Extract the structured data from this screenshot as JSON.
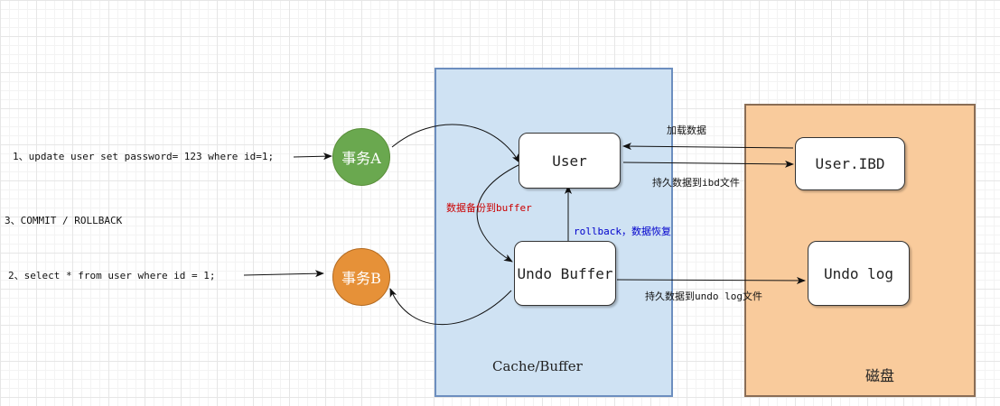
{
  "colors": {
    "cache_fill": "#cfe2f3",
    "cache_border": "#6c8ebf",
    "disk_fill": "#f9cb9c",
    "disk_border": "#8a6d55",
    "txn_a": "#6aa84f",
    "txn_b": "#e69138",
    "backup_label": "#cc0000",
    "rollback_label": "#0000cc"
  },
  "regions": {
    "cache_label": "Cache/Buffer",
    "disk_label": "磁盘"
  },
  "nodes": {
    "user": "User",
    "undo_buffer": "Undo Buffer",
    "user_ibd": "User.IBD",
    "undo_log": "Undo log"
  },
  "transactions": {
    "a": "事务A",
    "b": "事务B"
  },
  "statements": {
    "update": "1、update user set password= 123 where id=1;",
    "commit": "3、COMMIT / ROLLBACK",
    "select": "2、select * from user where id = 1;"
  },
  "edge_labels": {
    "load": "加载数据",
    "persist_ibd": "持久数据到ibd文件",
    "backup": "数据备份到buffer",
    "rollback": "rollback，数据恢复",
    "persist_undo": "持久数据到undo log文件"
  }
}
